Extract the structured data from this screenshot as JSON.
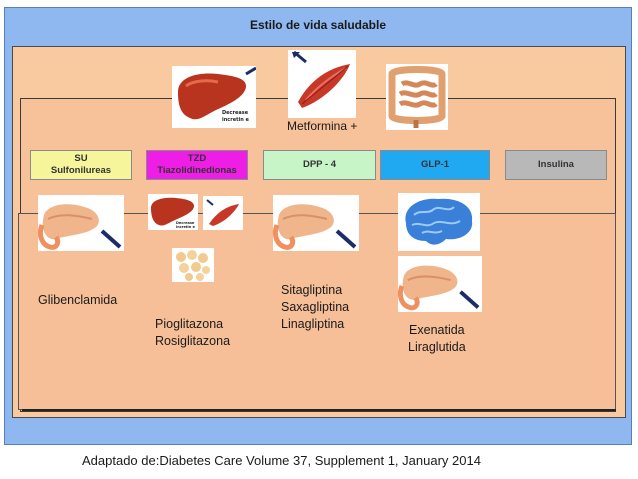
{
  "title": "Estilo de vida saludable",
  "metformina_label": "Metformina +",
  "categories": [
    {
      "line1": "SU",
      "line2": "Sulfonilureas",
      "color": "#f6f59c"
    },
    {
      "line1": "TZD",
      "line2": "Tiazolidinedionas",
      "color": "#ee1ee6"
    },
    {
      "line1": "DPP - 4",
      "line2": "",
      "color": "#c8f5c8"
    },
    {
      "line1": "GLP-1",
      "line2": "",
      "color": "#20a8f0"
    },
    {
      "line1": "Insulina",
      "line2": "",
      "color": "#b8b8b8"
    }
  ],
  "image_annotation": {
    "line1": "Decrease",
    "line2": "incretin e"
  },
  "drugs": {
    "su": [
      "Glibenclamida"
    ],
    "tzd": [
      "Pioglitazona",
      "Rosiglitazona"
    ],
    "dpp4": [
      "Sitagliptina",
      "Saxagliptina",
      "Linagliptina"
    ],
    "glp1": [
      "Exenatida",
      "Liraglutida"
    ]
  },
  "caption": "Adaptado de:Diabetes Care Volume 37, Supplement 1, January 2014"
}
